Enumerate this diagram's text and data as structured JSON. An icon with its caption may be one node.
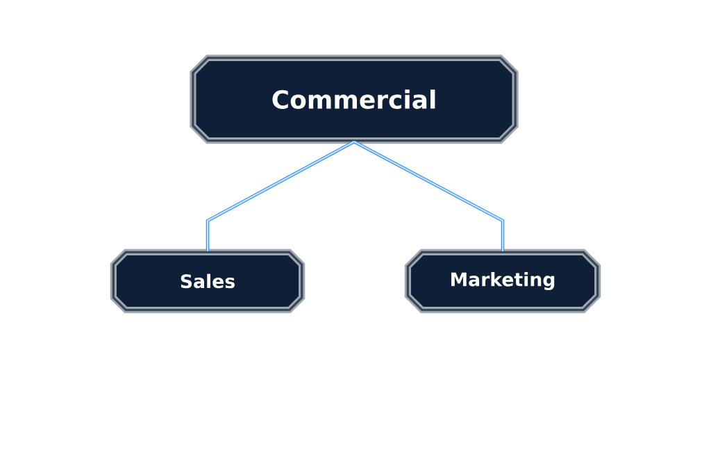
{
  "diagram": {
    "nodes": [
      {
        "text": [
          "Commercial"
        ]
      },
      {
        "text": [
          "Sales"
        ]
      },
      {
        "text": [
          "Marketing"
        ]
      }
    ],
    "edges": [
      {
        "from": 0,
        "to": 1,
        "arrow": "none"
      },
      {
        "from": 0,
        "to": 2,
        "arrow": "none"
      }
    ]
  }
}
